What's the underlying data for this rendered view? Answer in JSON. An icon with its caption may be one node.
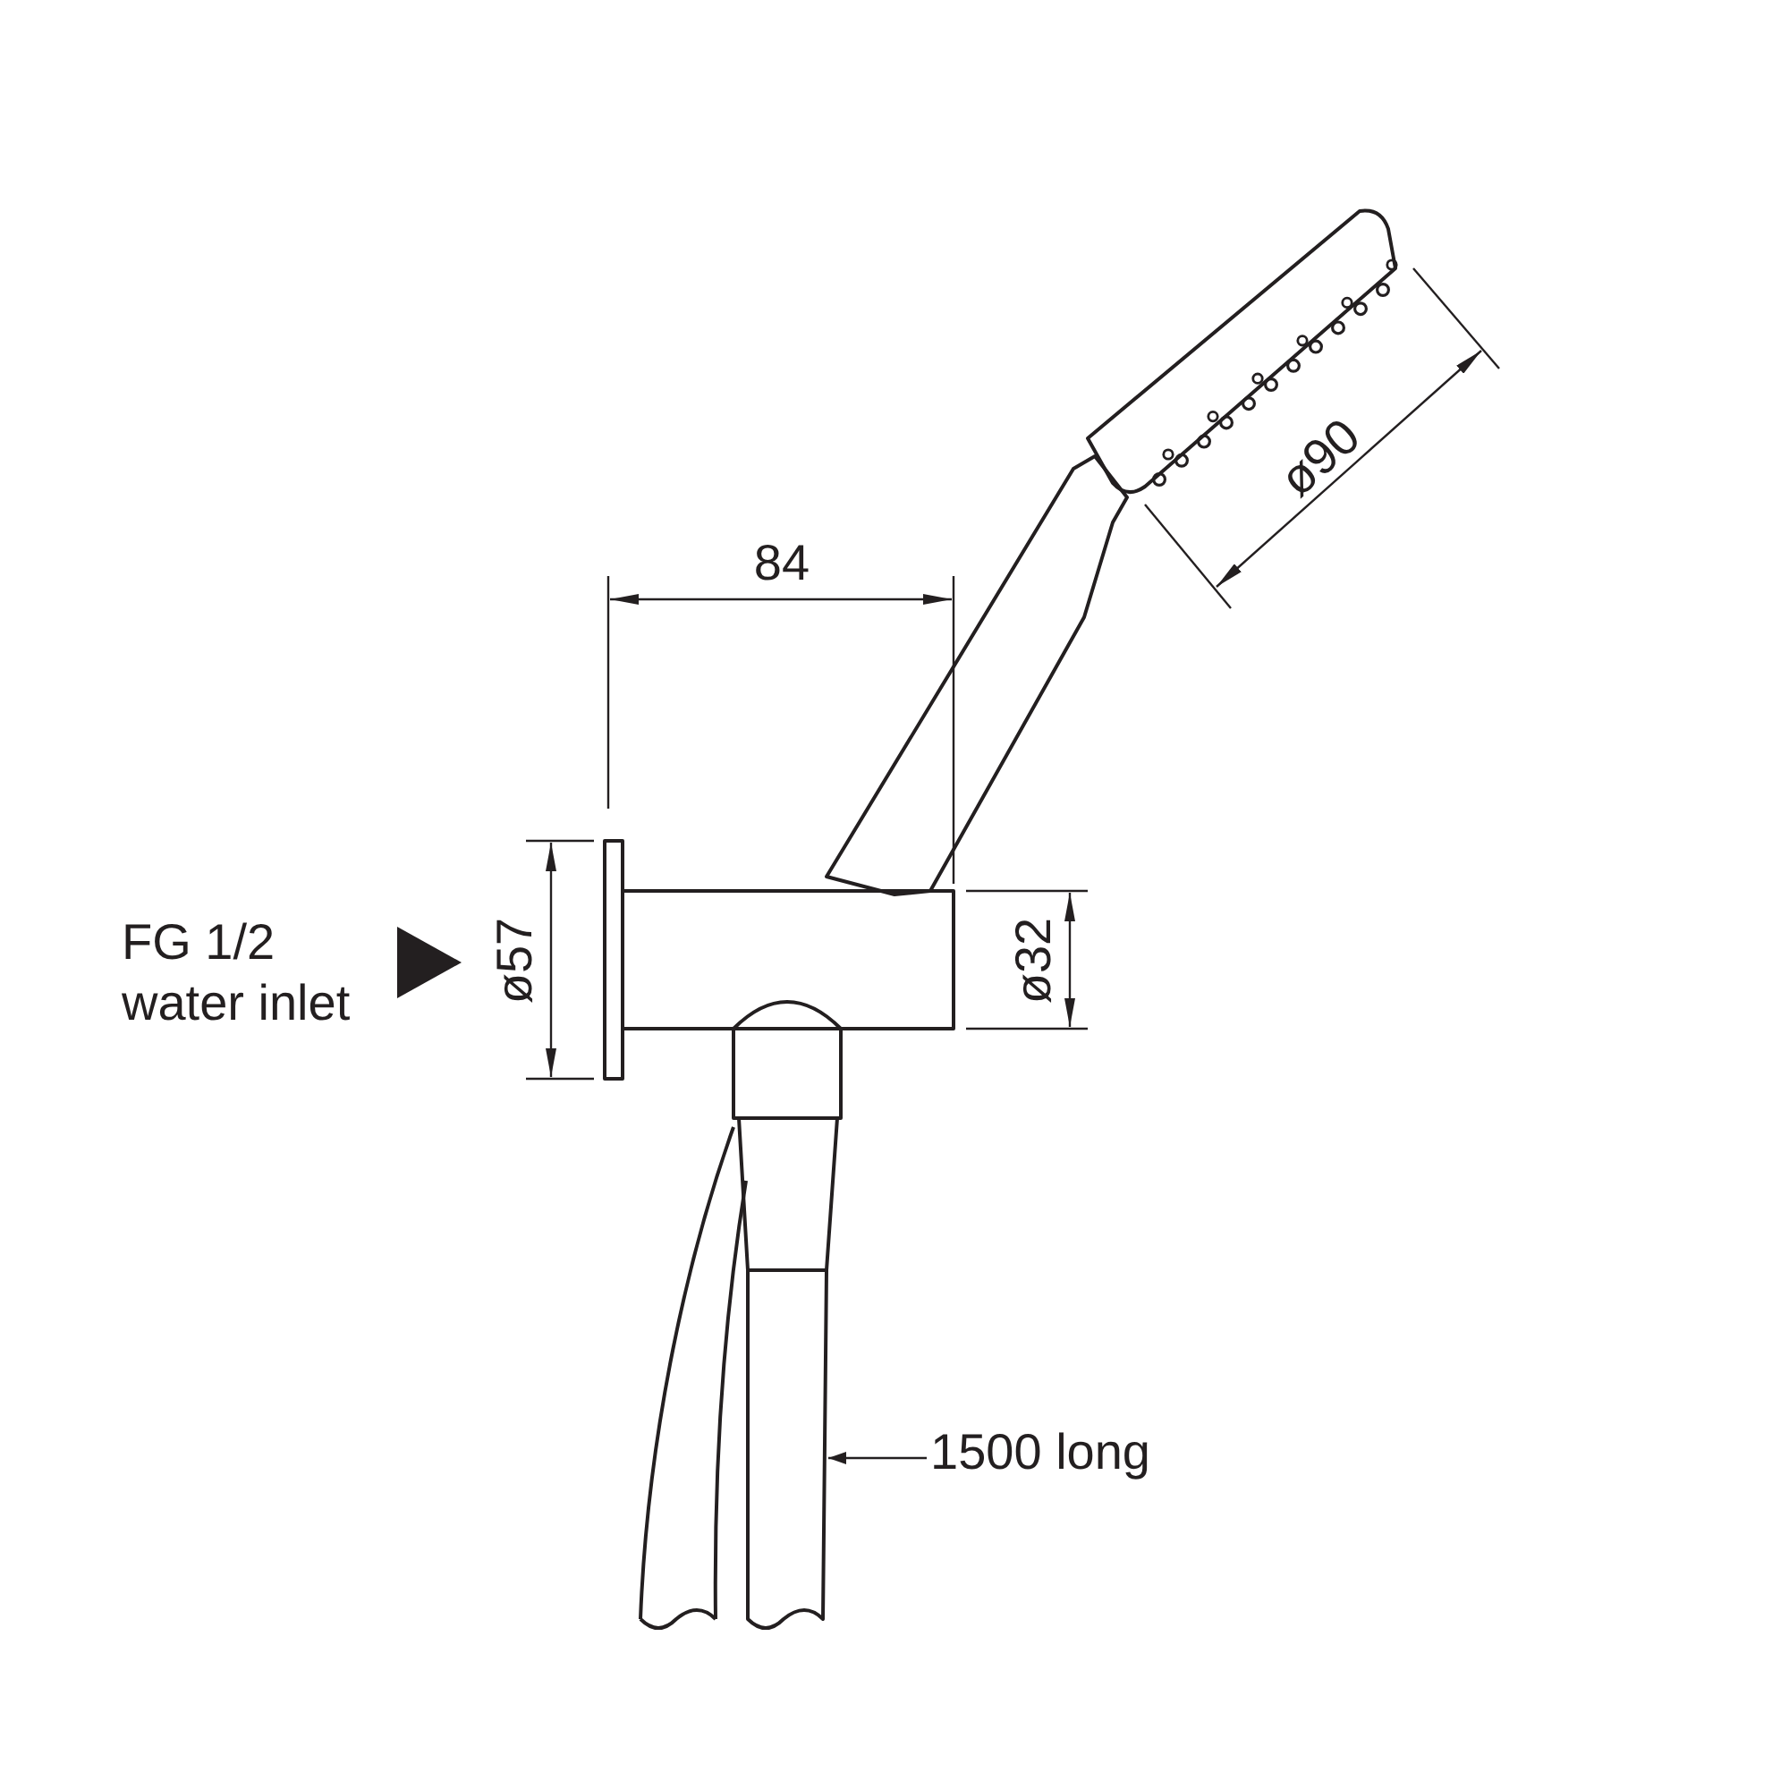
{
  "diagram": {
    "nodes": [
      {
        "text": [
          "1500 long"
        ]
      },
      {
        "text": [],
        "shape": "picture"
      }
    ],
    "edges": [
      {
        "from": 0,
        "to": 1,
        "arrow": "to"
      }
    ],
    "labels": [
      "84",
      "ø90",
      "FG 1/2 water inlet",
      "ø57",
      "ø32"
    ]
  }
}
